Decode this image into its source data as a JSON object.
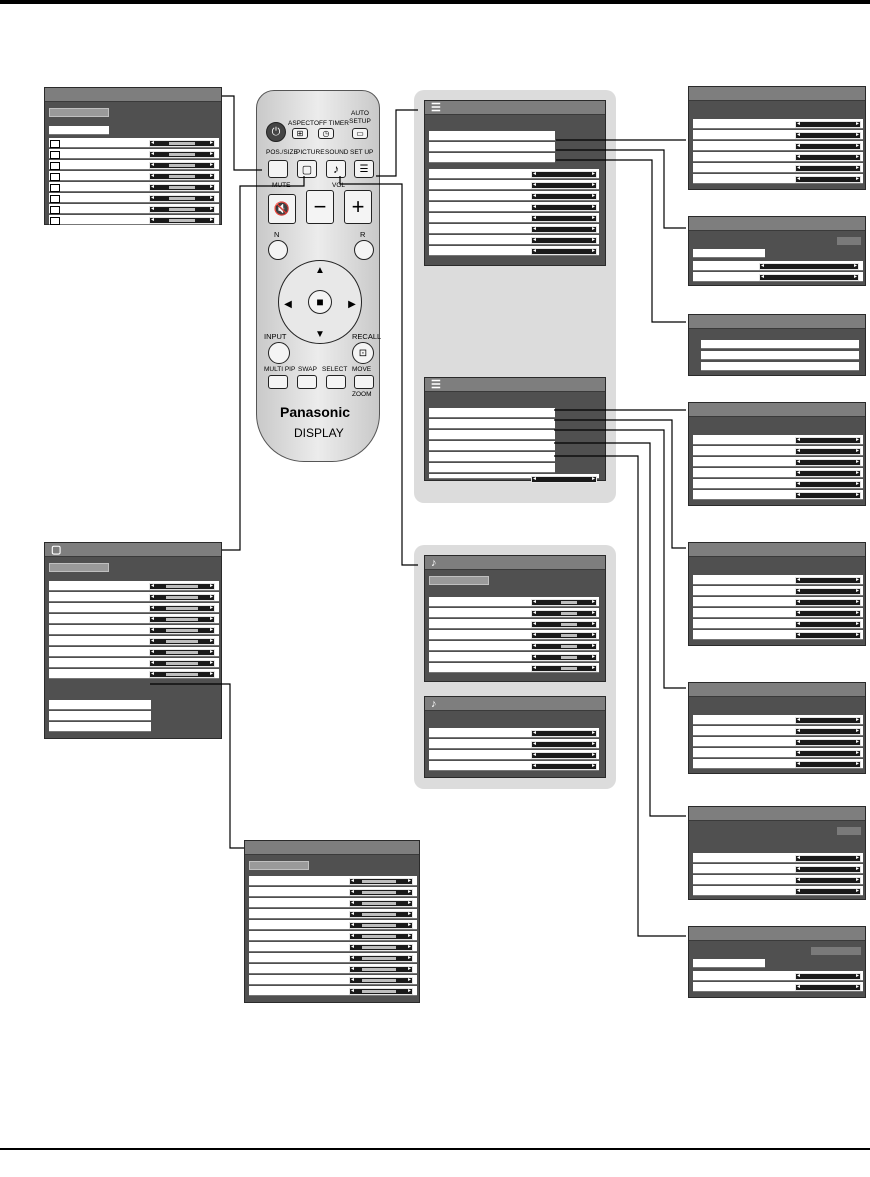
{
  "remote": {
    "buttons": {
      "aspect": "ASPECT",
      "off_timer": "OFF TIMER",
      "auto_setup": "AUTO SETUP",
      "pos_size": "POS./SIZE",
      "picture": "PICTURE",
      "sound": "SOUND",
      "set_up": "SET UP",
      "mute": "MUTE",
      "vol": "VOL",
      "n": "N",
      "r": "R",
      "input": "INPUT",
      "recall": "RECALL",
      "multi_pip": "MULTI PIP",
      "swap": "SWAP",
      "select": "SELECT",
      "move": "MOVE",
      "zoom": "ZOOM"
    },
    "brand": "Panasonic",
    "model_label": "DISPLAY"
  },
  "colors": {
    "osd_background": "#505050",
    "osd_title": "#7e7e7e",
    "group_background": "#dcdcdc",
    "leader_line": "#000000"
  },
  "icons": [
    "power-icon",
    "aspect-icon",
    "off-timer-icon",
    "auto-setup-icon",
    "picture-icon",
    "note-icon",
    "setup-list-icon",
    "mute-icon",
    "minus-icon",
    "plus-icon",
    "arrow-up-icon",
    "arrow-down-icon",
    "arrow-left-icon",
    "arrow-right-icon",
    "center-square-icon",
    "recall-icon"
  ]
}
